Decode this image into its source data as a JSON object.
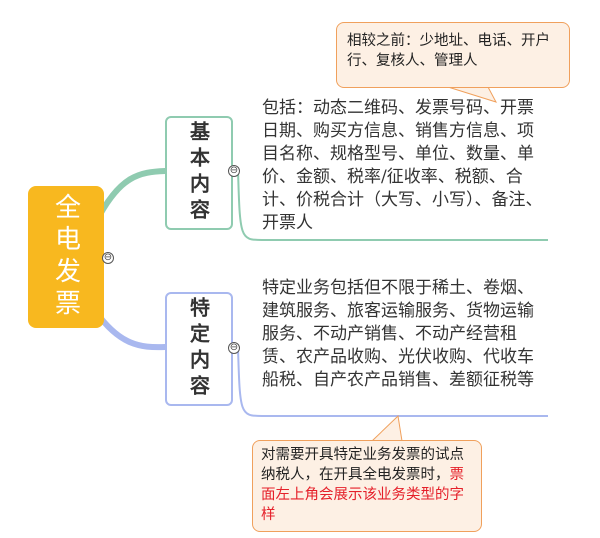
{
  "root": {
    "label": "全电发票"
  },
  "branches": [
    {
      "label": "基本内容",
      "leaf": "包括：动态二维码、发票号码、开票日期、购买方信息、销售方信息、项目名称、规格型号、单位、数量、单价、金额、税率/征收率、税额、合计、价税合计（大写、小写）、备注、开票人"
    },
    {
      "label": "特定内容",
      "leaf": "特定业务包括但不限于稀土、卷烟、建筑服务、旅客运输服务、货物运输服务、不动产销售、不动产经营租赁、农产品收购、光伏收购、代收车船税、自产农产品销售、差额征税等"
    }
  ],
  "callouts": [
    {
      "text": "相较之前：少地址、电话、开户行、复核人、管理人"
    },
    {
      "text_black": "对需要开具特定业务发票的试点纳税人，在开具全电发票时，",
      "text_red": "票面左上角会展示该业务类型的字样"
    }
  ],
  "toggle_symbol": "⊖",
  "colors": {
    "root": "#f8b81f",
    "branch1": "#8fcbb0",
    "branch2": "#a9b8ef",
    "callout_border": "#f0a05c",
    "callout_fill": "#fdf0e4",
    "highlight": "#e5202a"
  }
}
